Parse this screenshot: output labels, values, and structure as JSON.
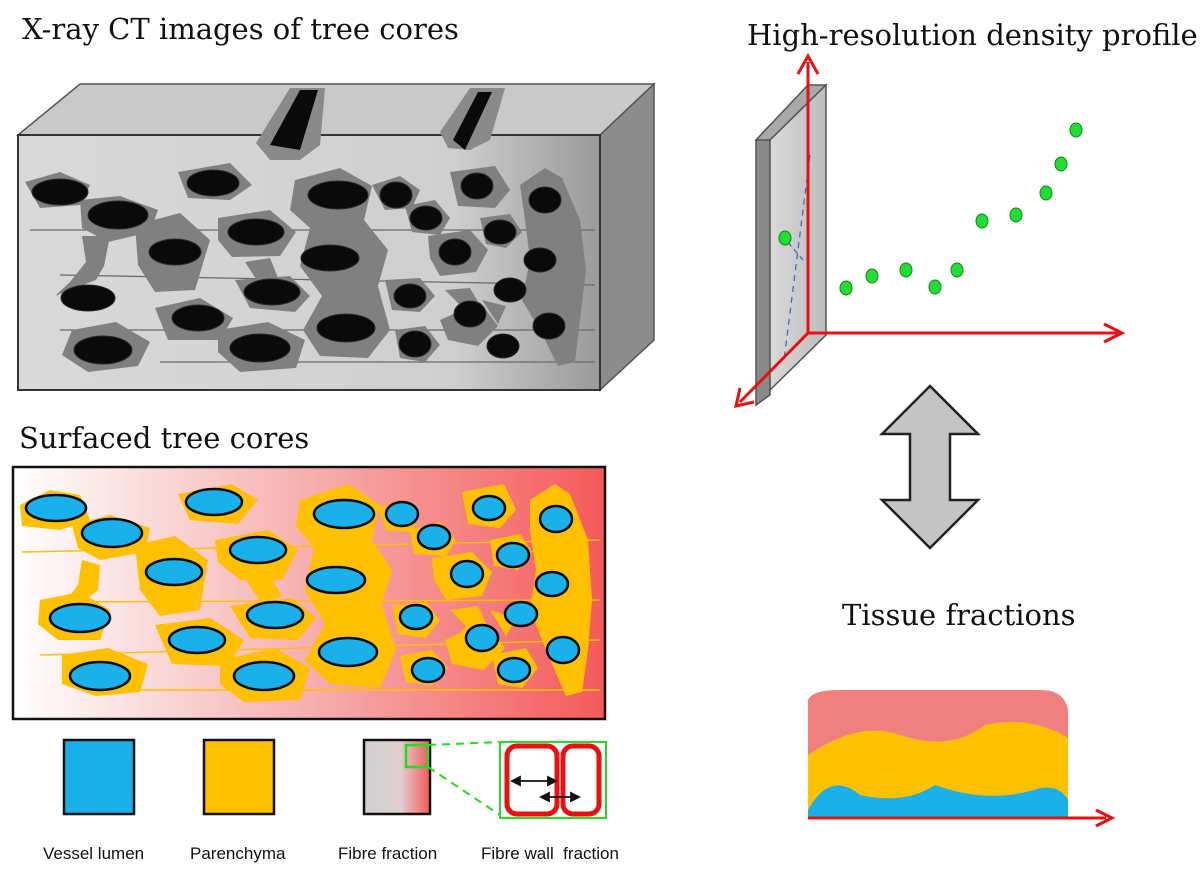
{
  "titles": {
    "ct_images": "X-ray CT images of tree cores",
    "density_profile": "High-resolution density profile",
    "surfaced": "Surfaced tree cores",
    "tissue_fractions": "Tissue fractions"
  },
  "legend": {
    "vessel_lumen": "Vessel lumen",
    "parenchyma": "Parenchyma",
    "fibre_fraction": "Fibre fraction",
    "fibre_wall_fraction": "Fibre wall  fraction"
  },
  "colors": {
    "vessel": "#1ab0ea",
    "parenchyma": "#ffc000",
    "fibre_gradient_end": "#f45a5a",
    "axis": "#e81010",
    "density_point": "#22dd33",
    "ct_body": "#d6d6d6",
    "ct_vessel": "#0a0a0a",
    "ct_halo": "#808080",
    "zoom_box": "#22dd22",
    "stack_fibre": "#f08080"
  },
  "icons": {
    "double_arrow": "double-headed-vertical-arrow-icon"
  }
}
